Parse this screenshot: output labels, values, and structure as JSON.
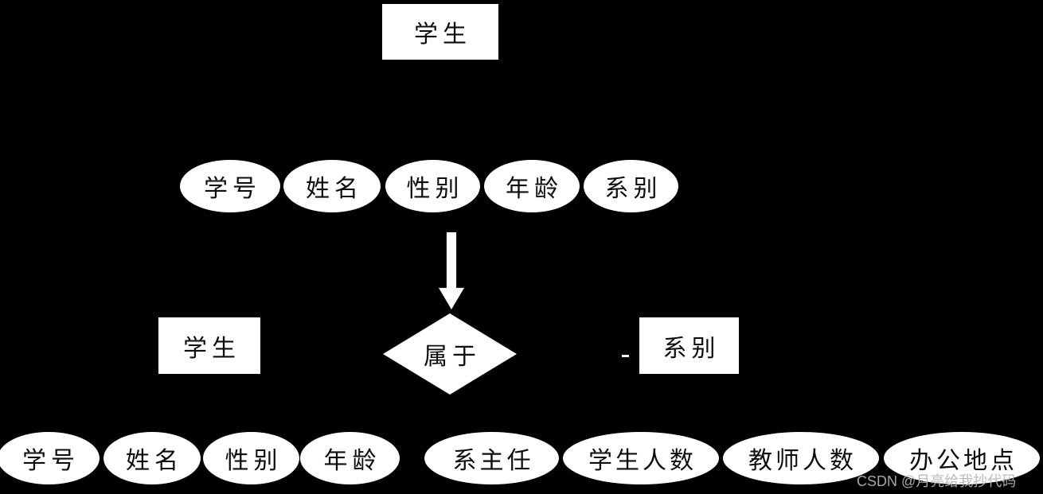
{
  "page": {
    "background_color": "#000000",
    "shape_fill_color": "#ffffff",
    "shape_text_color": "#0d0d0d",
    "watermark_color": "#b5b5b5"
  },
  "diagram": {
    "type": "er-diagram",
    "top_entity": {
      "label": "学生",
      "shape": "rectangle"
    },
    "top_attributes": [
      {
        "label": "学号",
        "shape": "ellipse"
      },
      {
        "label": "姓名",
        "shape": "ellipse"
      },
      {
        "label": "性别",
        "shape": "ellipse"
      },
      {
        "label": "年龄",
        "shape": "ellipse"
      },
      {
        "label": "系别",
        "shape": "ellipse"
      }
    ],
    "arrow": {
      "direction": "down"
    },
    "relation": {
      "left_entity": {
        "label": "学生",
        "shape": "rectangle"
      },
      "relationship": {
        "label": "属于",
        "shape": "diamond"
      },
      "right_entity": {
        "label": "系别",
        "shape": "rectangle"
      }
    },
    "bottom_attributes": [
      {
        "label": "学号",
        "shape": "ellipse"
      },
      {
        "label": "姓名",
        "shape": "ellipse"
      },
      {
        "label": "性别",
        "shape": "ellipse"
      },
      {
        "label": "年龄",
        "shape": "ellipse"
      },
      {
        "label": "系主任",
        "shape": "ellipse"
      },
      {
        "label": "学生人数",
        "shape": "ellipse"
      },
      {
        "label": "教师人数",
        "shape": "ellipse"
      },
      {
        "label": "办公地点",
        "shape": "ellipse"
      }
    ]
  },
  "watermark": {
    "text": "CSDN @月亮给我抄代码"
  }
}
